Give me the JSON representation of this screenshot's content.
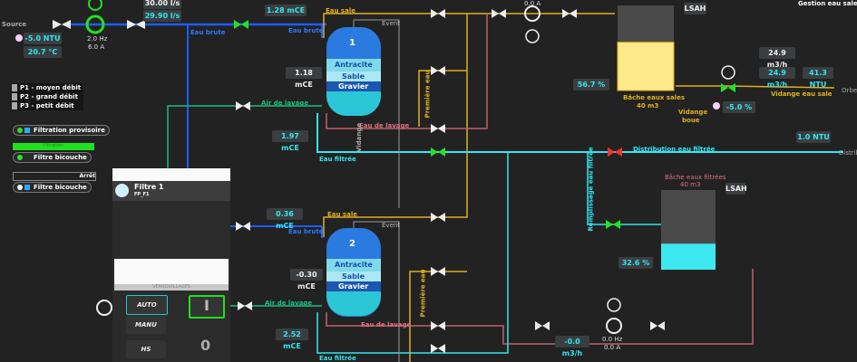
{
  "source": {
    "label": "Source",
    "turbidity": "-5.0 NTU",
    "temperature": "20.7 °C"
  },
  "pump_main": {
    "freq": "2.0 Hz",
    "current": "6.0 A"
  },
  "flows": {
    "setpoint": "30.00 l/s",
    "measured": "29.90 l/s"
  },
  "raw_water_label": "Eau brute",
  "legend": [
    "P1 - moyen débit",
    "P2 - grand débit",
    "P3 - petit débit"
  ],
  "filtration_provisoire": "Filtration provisoire",
  "filter_bicouche": {
    "status": "Filtration",
    "label": "Filtre bicouche",
    "status2": "Arrêt",
    "label2": "Filtre bicouche"
  },
  "filter1": {
    "number": "1",
    "pressure_top": "1.28 mCE",
    "pressure_mid": "1.18 mCE",
    "pressure_bot": "1.97 mCE",
    "layers": [
      "Antracite",
      "Sable",
      "Gravier"
    ]
  },
  "filter2": {
    "number": "2",
    "pressure_top": "0.36 mCE",
    "pressure_mid": "-0.30 mCE",
    "pressure_bot": "2.52 mCE",
    "layers": [
      "Antracite",
      "Sable",
      "Gravier"
    ]
  },
  "pipe_labels": {
    "eau_sale": "Eau sale",
    "event": "Event",
    "air_lavage": "Air de lavage",
    "eau_lavage": "Eau de lavage",
    "eau_filtree": "Eau filtrée",
    "vidange": "Vidange",
    "premiere_eau": "Première eau",
    "distribution": "Distribution eau filtrée",
    "remplissage": "Remplissage eau filtrée",
    "vidange_eau_sale": "Vidange eau sale",
    "orbe": "Orbe",
    "distrib_out": "Distribution"
  },
  "dirty_pump": {
    "current": "0.0 A"
  },
  "dirty_tank": {
    "name": "Bâche eaux sales",
    "volume": "40 m3",
    "level": "56.7 %",
    "alarm": "LSAH",
    "vidange": "Vidange",
    "boue": "boue",
    "valve_pos": "-5.0 %"
  },
  "drain": {
    "flow_set": "24.9 m3/h",
    "flow": "24.9 m3/h",
    "turbidity": "41.3 NTU"
  },
  "header_right": "Gestion eau sale",
  "filtered": {
    "turbidity": "1.0 NTU"
  },
  "filtered_tank": {
    "name": "Bâche eaux filtrées",
    "volume": "40 m3",
    "level": "32.6 %",
    "alarm": "LSAH"
  },
  "wash_pump": {
    "flow": "-0.0 m3/h",
    "freq": "0.0 Hz",
    "current": "0.0 A"
  },
  "popup": {
    "title": "Filtre 1",
    "subtitle": "FP_F1",
    "tab": "VERROUILLAGES",
    "auto": "AUTO",
    "manu": "MANU",
    "hs": "HS",
    "on": "I",
    "off": "0"
  },
  "levels": {
    "dirty_tank_pct": 56.7,
    "filtered_tank_pct": 32.6
  }
}
